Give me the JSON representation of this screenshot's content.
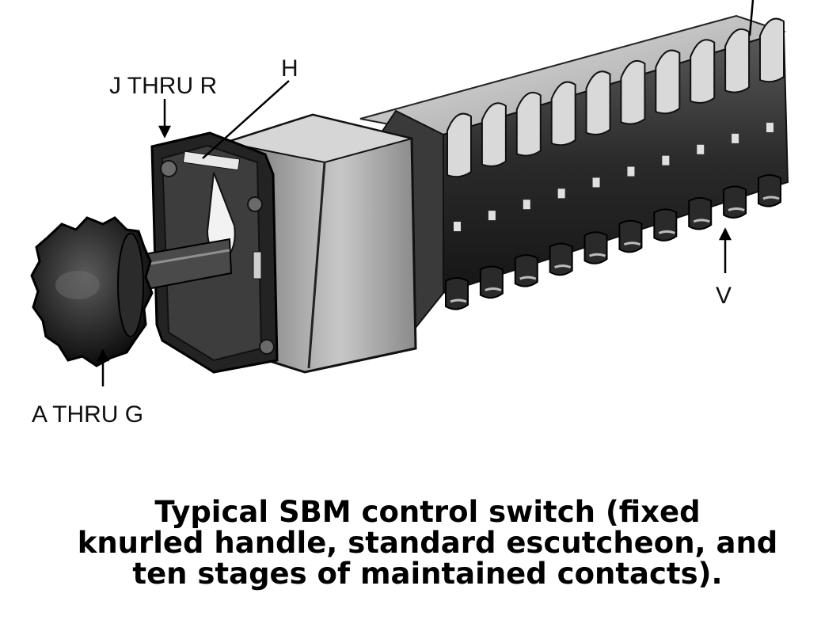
{
  "labels": {
    "j_thru_r": "J THRU R",
    "h": "H",
    "v": "V",
    "a_thru_g": "A THRU G"
  },
  "caption": {
    "line1": "Typical SBM control switch (fixed",
    "line2": "knurled handle, standard escutcheon, and",
    "line3": "ten stages of maintained contacts)."
  },
  "colors": {
    "ink": "#000000",
    "metal": "#8a8a8a",
    "dark": "#1c1c1c"
  }
}
